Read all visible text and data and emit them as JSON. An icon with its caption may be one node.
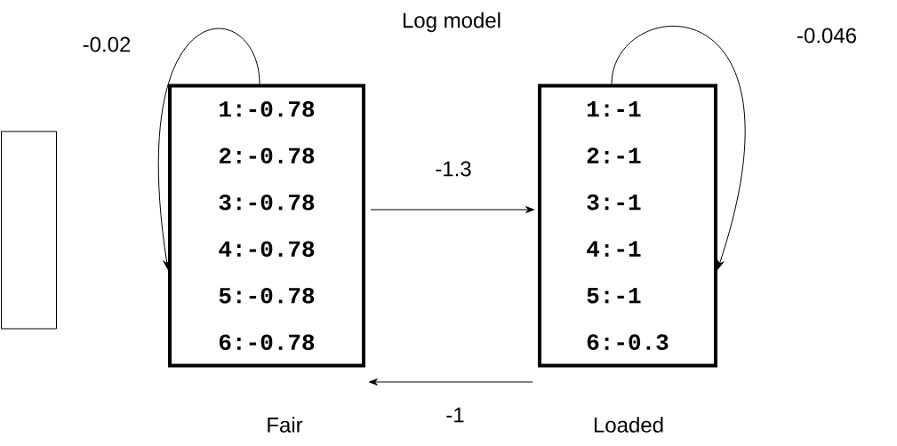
{
  "diagram": {
    "title": "Log model",
    "nodes": [
      {
        "text": [],
        "shape": "box"
      },
      {
        "text": [
          "1:-0.78",
          "2:-0.78",
          "3:-0.78",
          "4:-0.78",
          "5:-0.78",
          "6:-0.78"
        ],
        "beside": [
          "Fair"
        ]
      },
      {
        "text": [
          "1:-1",
          "2:-1",
          "3:-1",
          "4:-1",
          "5:-1",
          "6:-0.3"
        ],
        "beside": [
          "Loaded"
        ]
      }
    ],
    "edges": [
      {
        "from": 1,
        "to": 1,
        "arrow": "to",
        "label": "-0.02"
      },
      {
        "from": 2,
        "to": 2,
        "arrow": "to",
        "label": "-0.046"
      },
      {
        "from": 1,
        "to": 2,
        "arrow": "to",
        "label": "-1.3"
      },
      {
        "from": 2,
        "to": 1,
        "arrow": "to",
        "label": "-1"
      }
    ]
  }
}
